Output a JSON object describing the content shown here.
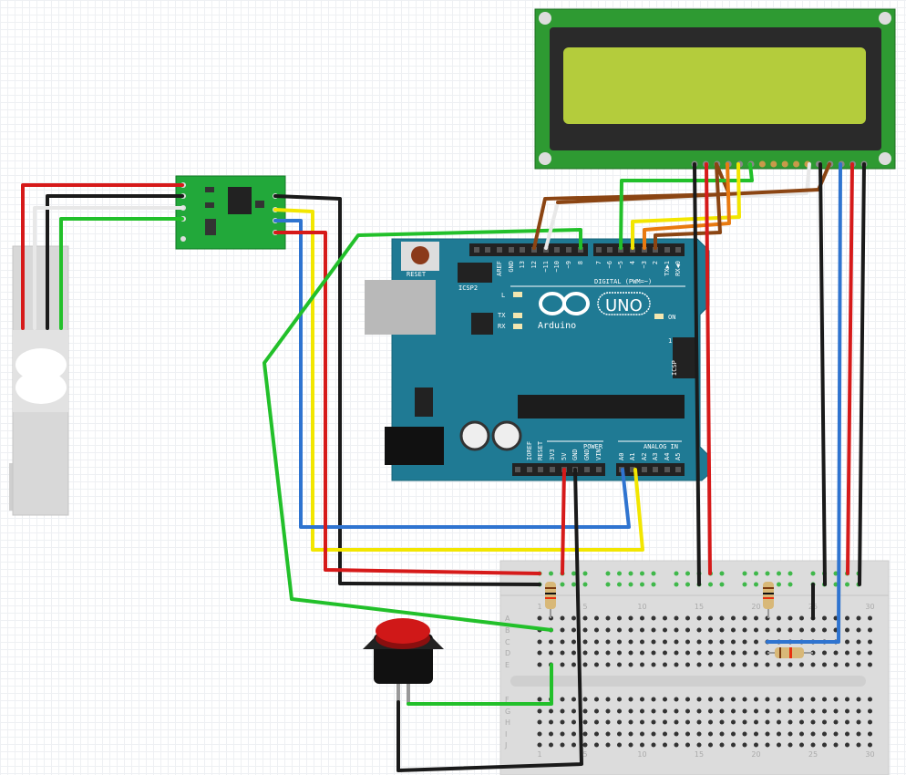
{
  "arduino": {
    "board_name": "UNO",
    "brand": "Arduino",
    "reset_label": "RESET",
    "icsp2_label": "ICSP2",
    "icsp_label": "ICSP",
    "icsp_pin1": "1",
    "digital_label": "DIGITAL (PWM=~)",
    "led_l": "L",
    "led_tx": "TX",
    "led_rx": "RX",
    "led_on": "ON",
    "power_label": "POWER",
    "analog_label": "ANALOG IN",
    "digital_pins_left": [
      "AREF",
      "GND",
      "13",
      "12",
      "~11",
      "~10",
      "~9",
      "8"
    ],
    "digital_pins_right": [
      "7",
      "~6",
      "~5",
      "4",
      "~3",
      "2",
      "TX▶1",
      "RX◀0"
    ],
    "power_pins": [
      "IOREF",
      "RESET",
      "3V3",
      "5V",
      "GND",
      "GND",
      "VIN"
    ],
    "analog_pins": [
      "A0",
      "A1",
      "A2",
      "A3",
      "A4",
      "A5"
    ],
    "color": "#1f7a94"
  },
  "breadboard": {
    "rows_top": [
      "A",
      "B",
      "C",
      "D",
      "E"
    ],
    "rows_bottom": [
      "F",
      "G",
      "H",
      "I",
      "J"
    ],
    "column_numbers": [
      "1",
      "5",
      "10",
      "15",
      "20",
      "25",
      "30"
    ]
  },
  "colors": {
    "lcd_screen": "#b4cc3c",
    "pcb_green": "#2aa63a",
    "wire_red": "#d61a1a",
    "wire_black": "#1a1a1a",
    "wire_green": "#22c02a",
    "wire_blue": "#2f74d0",
    "wire_yellow": "#f2e600",
    "wire_brown": "#8b4513",
    "wire_orange": "#e87a10",
    "wire_white": "#e8e8e8"
  }
}
